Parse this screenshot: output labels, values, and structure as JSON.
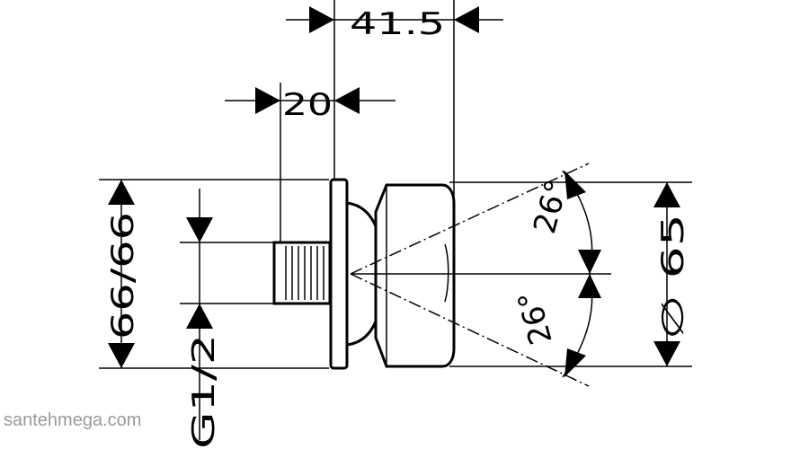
{
  "dimensions": {
    "overall_depth": "41.5",
    "thread_length": "20",
    "height_left": "66/66",
    "thread_spec": "G1/2",
    "diameter": "∅ 65",
    "angle_top": "26°",
    "angle_bottom": "26°"
  },
  "watermark": "santehmega.com"
}
